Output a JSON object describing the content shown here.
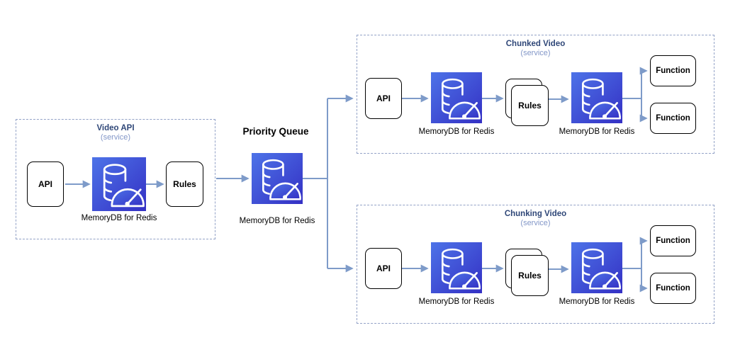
{
  "colors": {
    "icon_gradient_start": "#4D73E8",
    "icon_gradient_end": "#3430C4",
    "connector": "#7E9BC9",
    "group_border": "#93A2C7",
    "group_title": "#2F4778",
    "group_subtitle": "#8397C8",
    "node_border": "#000000"
  },
  "priority_queue": {
    "title": "Priority Queue",
    "db_label": "MemoryDB for Redis"
  },
  "groups": {
    "video_api": {
      "title": "Video API",
      "subtitle": "(service)",
      "api_label": "API",
      "db_label": "MemoryDB for Redis",
      "rules_label": "Rules"
    },
    "chunked": {
      "title": "Chunked Video",
      "subtitle": "(service)",
      "api_label": "API",
      "db1_label": "MemoryDB for Redis",
      "rules_label": "Rules",
      "db2_label": "MemoryDB for Redis",
      "function1_label": "Function",
      "function2_label": "Function"
    },
    "chunking": {
      "title": "Chunking Video",
      "subtitle": "(service)",
      "api_label": "API",
      "db1_label": "MemoryDB for Redis",
      "rules_label": "Rules",
      "db2_label": "MemoryDB for Redis",
      "function1_label": "Function",
      "function2_label": "Function"
    }
  }
}
